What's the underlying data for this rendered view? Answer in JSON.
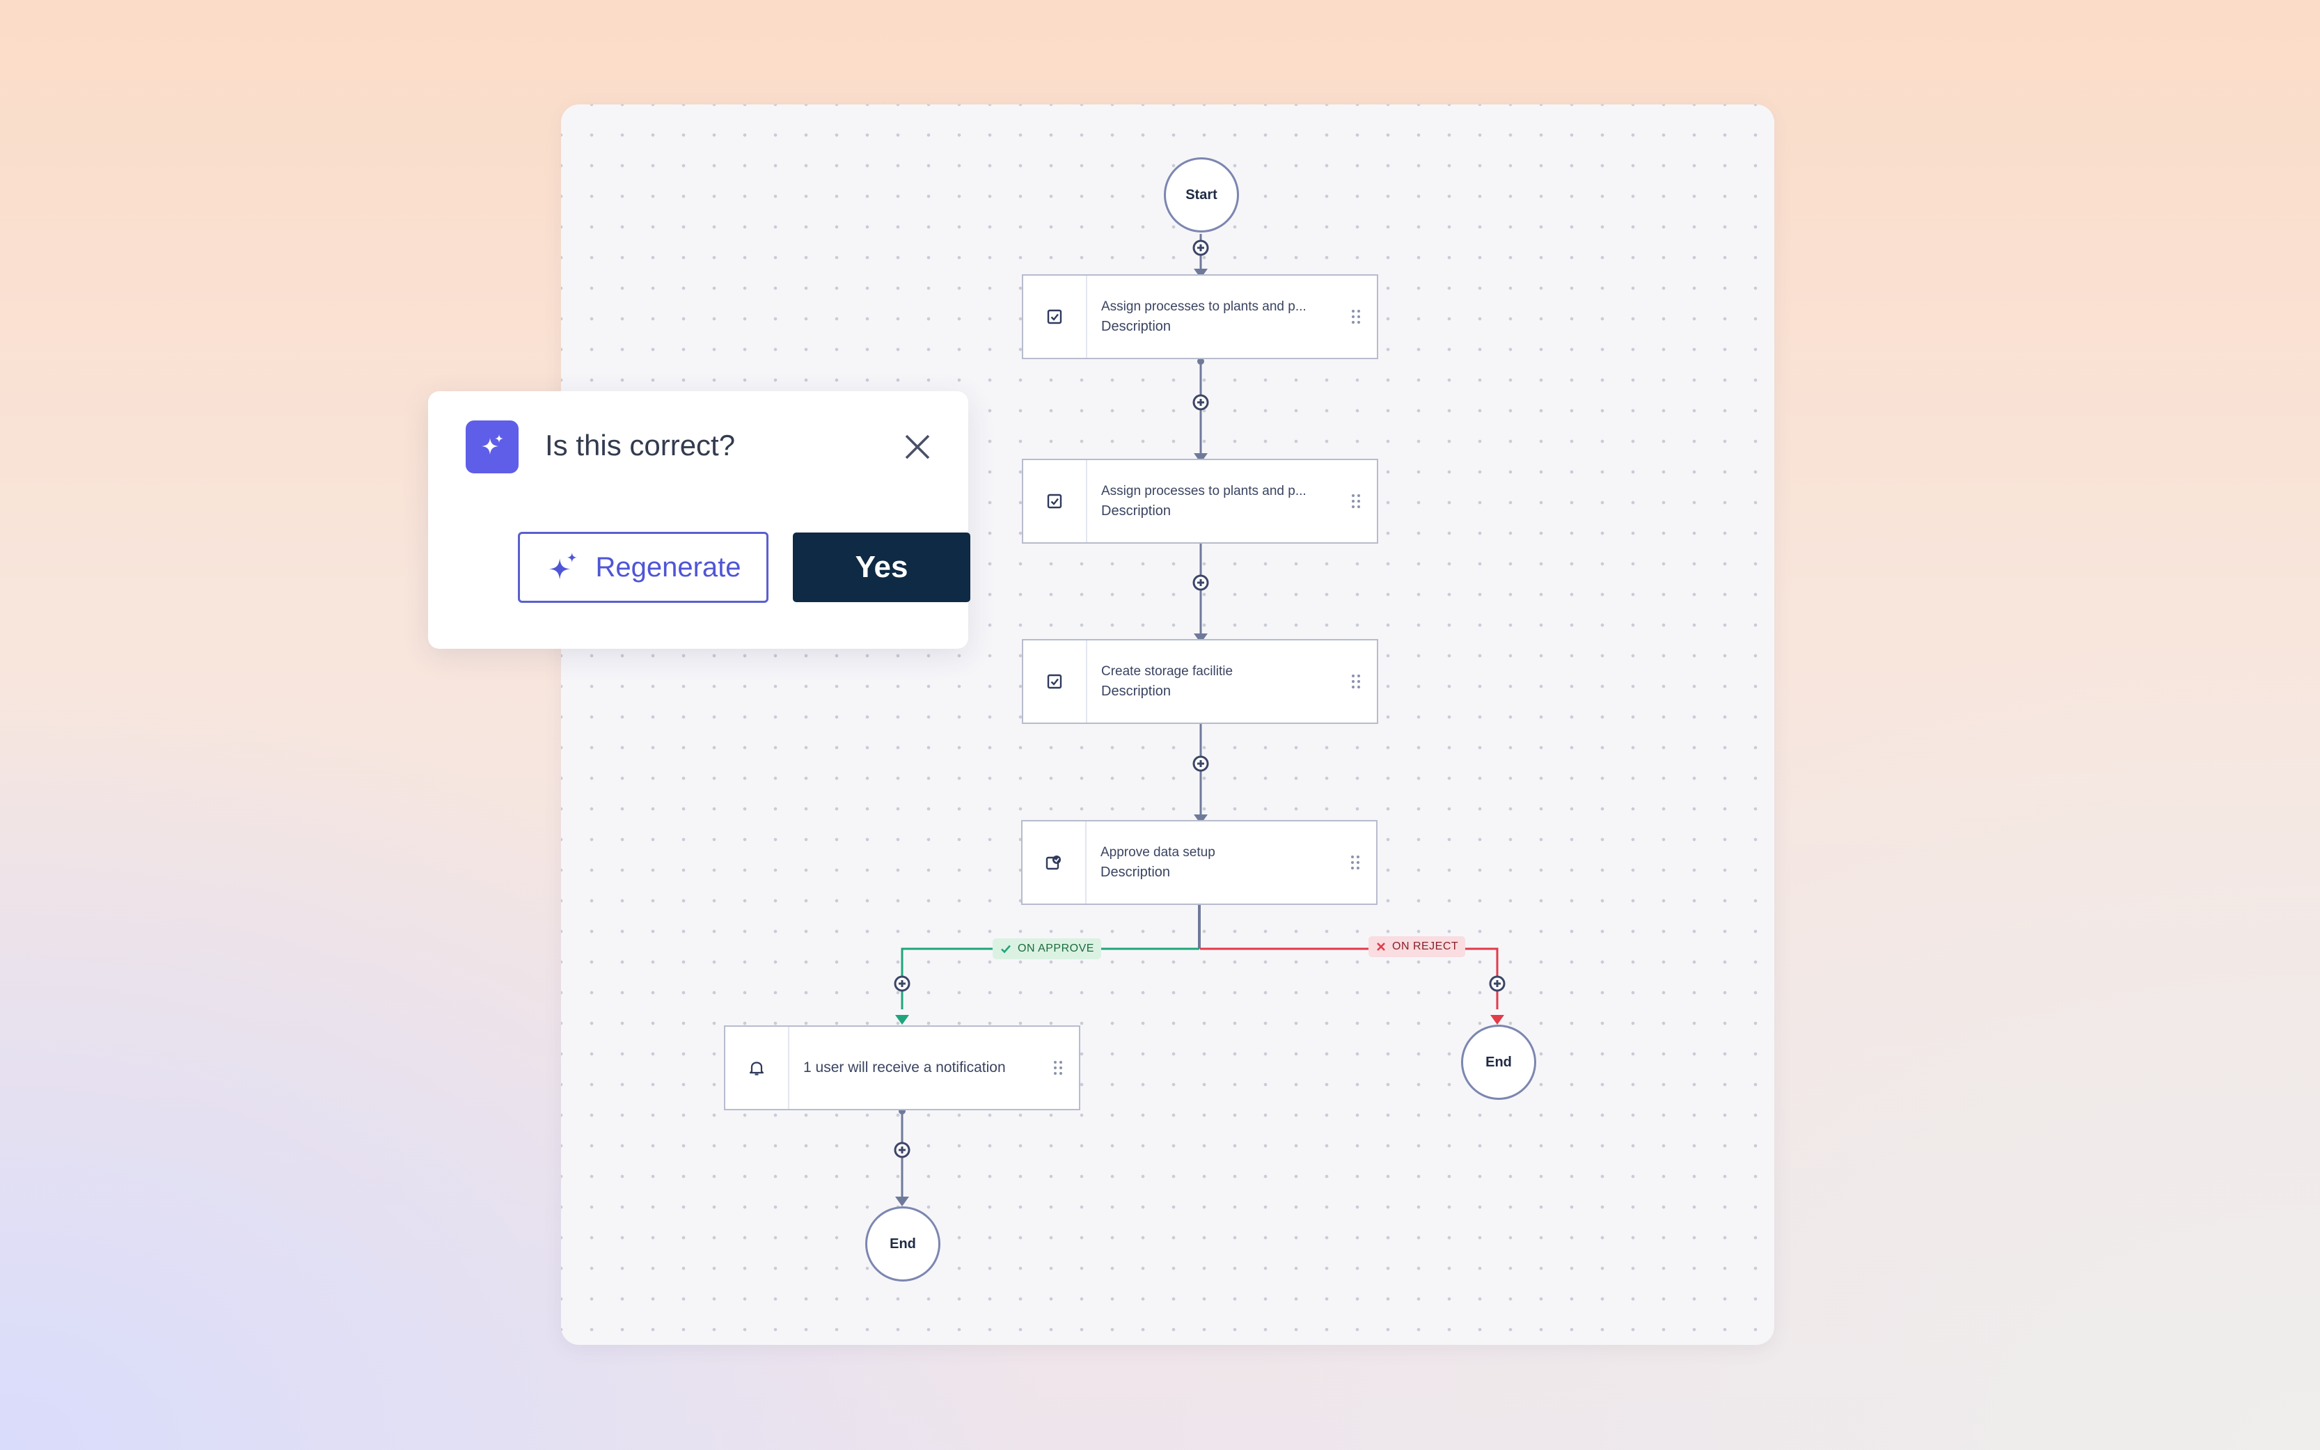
{
  "popup": {
    "title": "Is this correct?",
    "regenerate_label": "Regenerate",
    "yes_label": "Yes",
    "accent_color": "#5f5ee8",
    "primary_color": "#0e2a44"
  },
  "flow": {
    "start_label": "Start",
    "end_label": "End",
    "nodes": [
      {
        "title": "Assign processes to plants and p...",
        "description": "Description",
        "icon": "checkbox-icon"
      },
      {
        "title": "Assign processes to plants and p...",
        "description": "Description",
        "icon": "checkbox-icon"
      },
      {
        "title": "Create storage facilitie",
        "description": "Description",
        "icon": "checkbox-icon"
      },
      {
        "title": "Approve data setup",
        "description": "Description",
        "icon": "approval-icon"
      },
      {
        "title": "1 user will receive a notification",
        "icon": "bell-icon"
      }
    ],
    "branches": {
      "approve_label": "ON APPROVE",
      "reject_label": "ON REJECT",
      "approve_color": "#1fa57a",
      "reject_color": "#e23b4a"
    }
  }
}
